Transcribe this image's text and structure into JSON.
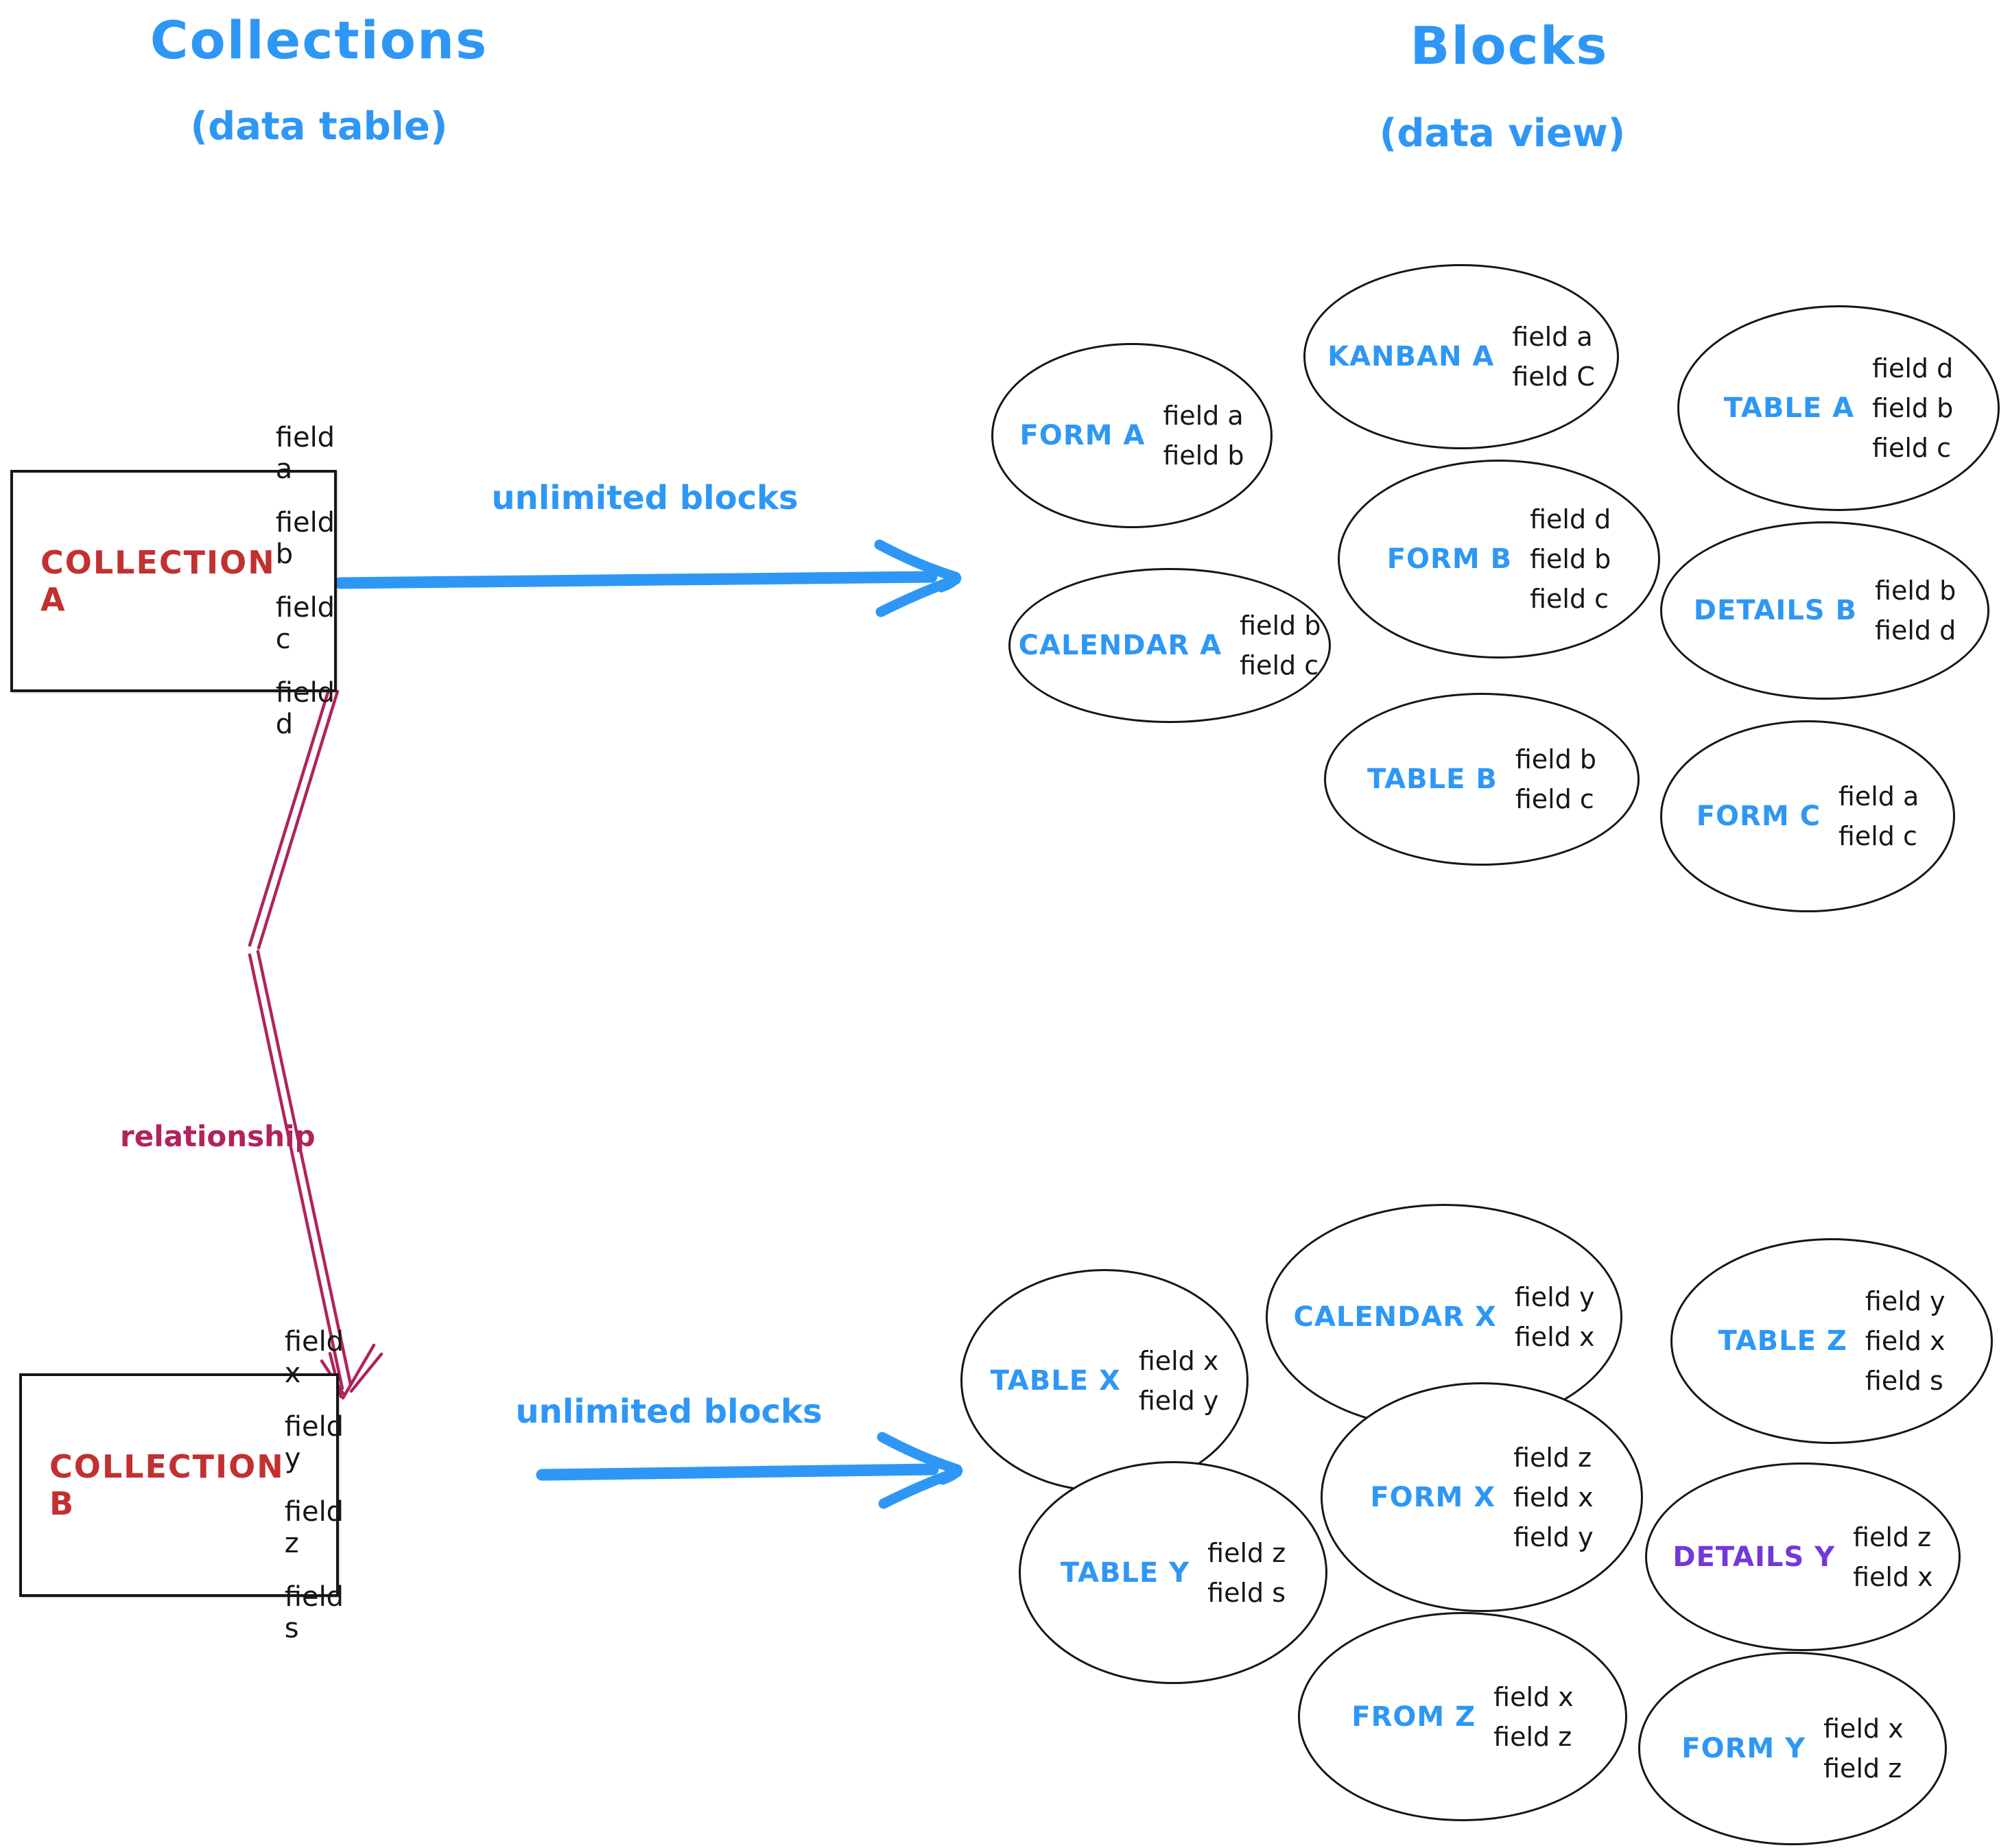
{
  "titles": {
    "collections": "Collections",
    "collections_sub": "(data table)",
    "blocks": "Blocks",
    "blocks_sub": "(data view)"
  },
  "collections": {
    "a": {
      "name": "COLLECTION A",
      "fields": [
        "field a",
        "field b",
        "field c",
        "field d"
      ]
    },
    "b": {
      "name": "COLLECTION B",
      "fields": [
        "field x",
        "field y",
        "field z",
        "field s"
      ]
    }
  },
  "arrows": {
    "a_label": "unlimited blocks",
    "b_label": "unlimited blocks",
    "relationship_label": "relationship"
  },
  "blocks_a": [
    {
      "label": "FORM A",
      "fields": [
        "field a",
        "field b"
      ]
    },
    {
      "label": "KANBAN A",
      "fields": [
        "field a",
        "field C"
      ]
    },
    {
      "label": "TABLE A",
      "fields": [
        "field d",
        "field b",
        "field c"
      ]
    },
    {
      "label": "CALENDAR A",
      "fields": [
        "field b",
        "field c"
      ]
    },
    {
      "label": "FORM B",
      "fields": [
        "field d",
        "field b",
        "field c"
      ]
    },
    {
      "label": "DETAILS B",
      "fields": [
        "field b",
        "field d"
      ]
    },
    {
      "label": "TABLE B",
      "fields": [
        "field b",
        "field c"
      ]
    },
    {
      "label": "FORM C",
      "fields": [
        "field a",
        "field c"
      ]
    }
  ],
  "blocks_b": [
    {
      "label": "TABLE X",
      "fields": [
        "field x",
        "field y"
      ]
    },
    {
      "label": "CALENDAR X",
      "fields": [
        "field y",
        "field x"
      ]
    },
    {
      "label": "TABLE Z",
      "fields": [
        "field y",
        "field x",
        "field s"
      ]
    },
    {
      "label": "TABLE Y",
      "fields": [
        "field z",
        "field s"
      ]
    },
    {
      "label": "FORM X",
      "fields": [
        "field z",
        "field x",
        "field y"
      ]
    },
    {
      "label": "DETAILS Y",
      "fields": [
        "field z",
        "field x"
      ]
    },
    {
      "label": "FROM Z",
      "fields": [
        "field x",
        "field z"
      ]
    },
    {
      "label": "FORM Y",
      "fields": [
        "field x",
        "field z"
      ]
    }
  ],
  "colors": {
    "blue": "#2e97f5",
    "red": "#c23030",
    "relationship_crimson": "#b0235c",
    "purple": "#7438d8",
    "ink": "#161616"
  }
}
